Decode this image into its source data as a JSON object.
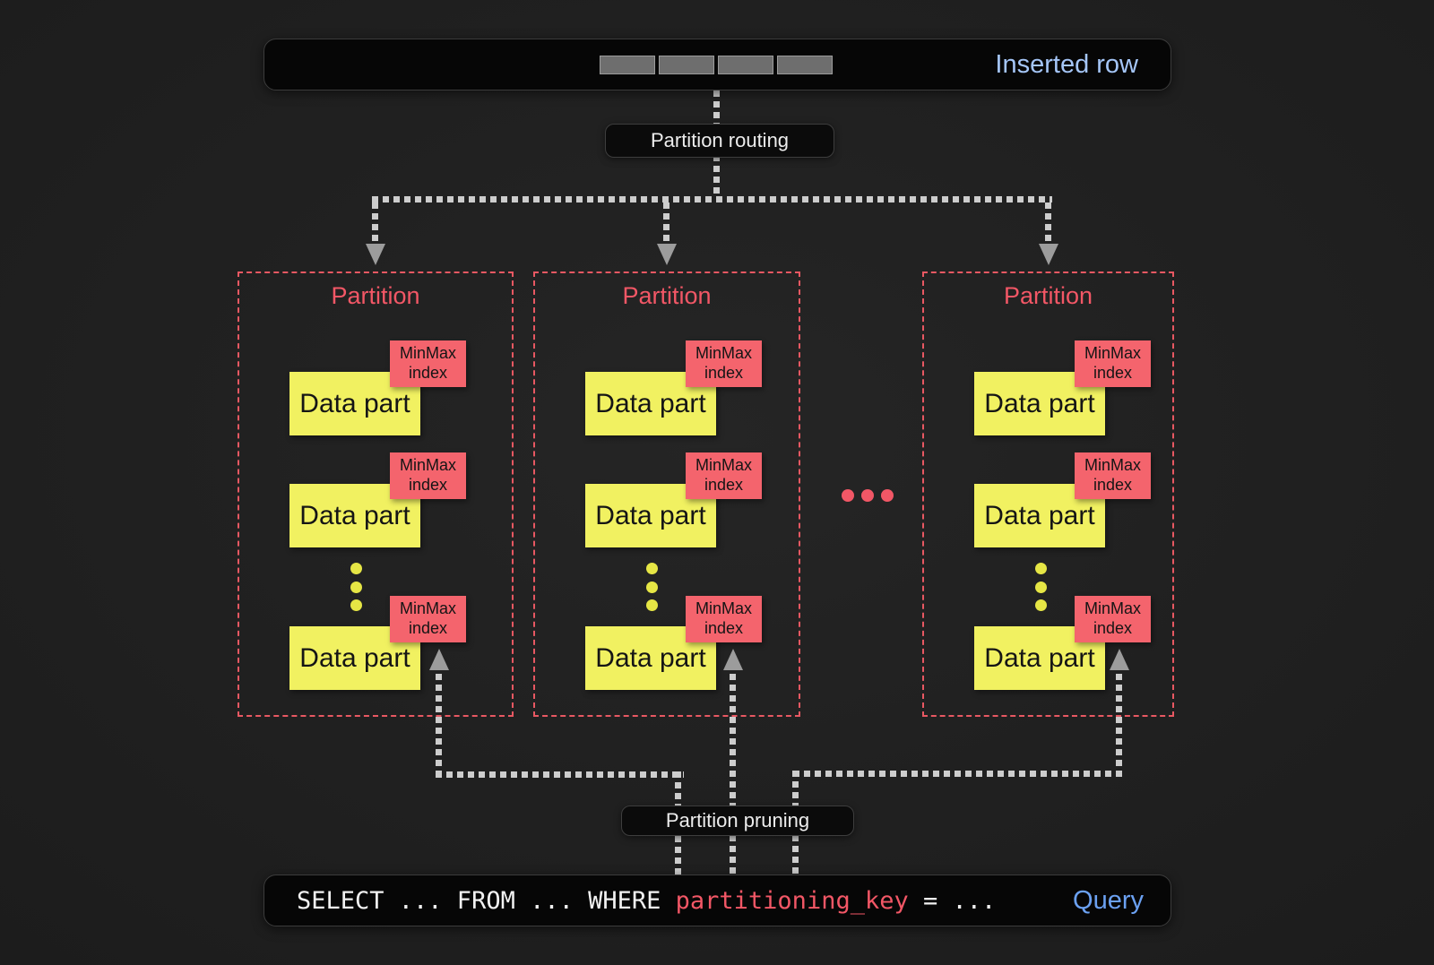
{
  "inserted_row": {
    "label": "Inserted row",
    "cell_count": 4
  },
  "routing": {
    "label": "Partition routing"
  },
  "pruning": {
    "label": "Partition pruning"
  },
  "partitions": [
    {
      "title": "Partition",
      "parts": [
        {
          "label": "Data part",
          "index_label": "MinMax index"
        },
        {
          "label": "Data part",
          "index_label": "MinMax index"
        },
        {
          "label": "Data part",
          "index_label": "MinMax index"
        }
      ]
    },
    {
      "title": "Partition",
      "parts": [
        {
          "label": "Data part",
          "index_label": "MinMax index"
        },
        {
          "label": "Data part",
          "index_label": "MinMax index"
        },
        {
          "label": "Data part",
          "index_label": "MinMax index"
        }
      ]
    },
    {
      "title": "Partition",
      "parts": [
        {
          "label": "Data part",
          "index_label": "MinMax index"
        },
        {
          "label": "Data part",
          "index_label": "MinMax index"
        },
        {
          "label": "Data part",
          "index_label": "MinMax index"
        }
      ]
    }
  ],
  "query": {
    "code_prefix": "SELECT ... FROM ... WHERE ",
    "code_key": "partitioning_key",
    "code_suffix": " = ...",
    "label": "Query"
  },
  "colors": {
    "coral": "#f25766",
    "coral_fill": "#f4646d",
    "yellow": "#f1f161",
    "blue_light": "#a5c6f8",
    "blue": "#6ba1f2",
    "line_gray": "#cdcdcd",
    "arrow_gray": "#9c9c9c"
  }
}
